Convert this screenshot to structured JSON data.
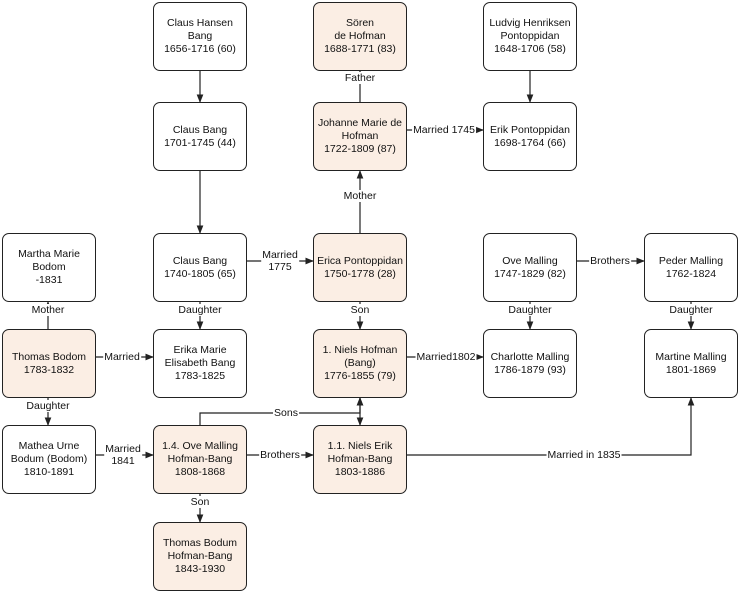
{
  "nodes": {
    "claus_hansen_bang": {
      "lines": [
        "Claus Hansen",
        "Bang",
        "1656-1716 (60)"
      ],
      "highlight": false
    },
    "soren_de_hofman": {
      "lines": [
        "Sören",
        "de Hofman",
        "1688-1771 (83)"
      ],
      "highlight": true
    },
    "ludvig_pontoppidan": {
      "lines": [
        "Ludvig Henriksen",
        "Pontoppidan",
        "1648-1706 (58)"
      ],
      "highlight": false
    },
    "claus_bang_1701": {
      "lines": [
        "Claus Bang",
        "1701-1745 (44)"
      ],
      "highlight": false
    },
    "johanne_marie_de_hofman": {
      "lines": [
        "Johanne Marie de",
        "Hofman",
        "1722-1809 (87)"
      ],
      "highlight": true
    },
    "erik_pontoppidan": {
      "lines": [
        "Erik Pontoppidan",
        "1698-1764 (66)"
      ],
      "highlight": false
    },
    "martha_marie_bodom": {
      "lines": [
        "Martha Marie",
        "Bodom",
        "-1831"
      ],
      "highlight": false
    },
    "claus_bang_1740": {
      "lines": [
        "Claus Bang",
        "1740-1805 (65)"
      ],
      "highlight": false
    },
    "erica_pontoppidan": {
      "lines": [
        "Erica Pontoppidan",
        "1750-1778 (28)"
      ],
      "highlight": true
    },
    "ove_malling": {
      "lines": [
        "Ove Malling",
        "1747-1829 (82)"
      ],
      "highlight": false
    },
    "peder_malling": {
      "lines": [
        "Peder Malling",
        "1762-1824"
      ],
      "highlight": false
    },
    "thomas_bodom": {
      "lines": [
        "Thomas Bodom",
        "1783-1832"
      ],
      "highlight": true
    },
    "erika_marie_bang": {
      "lines": [
        "Erika Marie",
        "Elisabeth Bang",
        "1783-1825"
      ],
      "highlight": false
    },
    "niels_hofman": {
      "lines": [
        "1. Niels Hofman",
        "(Bang)",
        "1776-1855 (79)"
      ],
      "highlight": true
    },
    "charlotte_malling": {
      "lines": [
        "Charlotte Malling",
        "1786-1879 (93)"
      ],
      "highlight": false
    },
    "martine_malling": {
      "lines": [
        "Martine Malling",
        "1801-1869"
      ],
      "highlight": false
    },
    "mathea_bodum": {
      "lines": [
        "Mathea Urne",
        "Bodum (Bodom)",
        "1810-1891"
      ],
      "highlight": false
    },
    "ove_malling_hofman_bang": {
      "lines": [
        "1.4. Ove Malling",
        "Hofman-Bang",
        "1808-1868"
      ],
      "highlight": true
    },
    "niels_erik_hofman_bang": {
      "lines": [
        "1.1. Niels Erik",
        "Hofman-Bang",
        "1803-1886"
      ],
      "highlight": true
    },
    "thomas_bodum_hofman_bang": {
      "lines": [
        "Thomas Bodum",
        "Hofman-Bang",
        "1843-1930"
      ],
      "highlight": true
    }
  },
  "edge_labels": {
    "father": [
      "Father"
    ],
    "married_1745": [
      "Married 1745"
    ],
    "mother_erica": [
      "Mother"
    ],
    "married_1775": [
      "Married",
      "1775"
    ],
    "brothers_malling": [
      "Brothers"
    ],
    "mother_thomas": [
      "Mother"
    ],
    "daughter_erika": [
      "Daughter"
    ],
    "son_niels": [
      "Son"
    ],
    "daughter_charlotte": [
      "Daughter"
    ],
    "daughter_martine": [
      "Daughter"
    ],
    "married_thomas_erika": [
      "Married"
    ],
    "married_1802": [
      "Married1802"
    ],
    "daughter_mathea": [
      "Daughter"
    ],
    "sons": [
      "Sons"
    ],
    "married_1841": [
      "Married",
      "1841"
    ],
    "brothers_hofman_bang": [
      "Brothers"
    ],
    "married_1835": [
      "Married in 1835"
    ],
    "son_thomas": [
      "Son"
    ]
  },
  "colors": {
    "highlight_fill": "#fbeee4",
    "border": "#222222",
    "edge": "#222222"
  }
}
